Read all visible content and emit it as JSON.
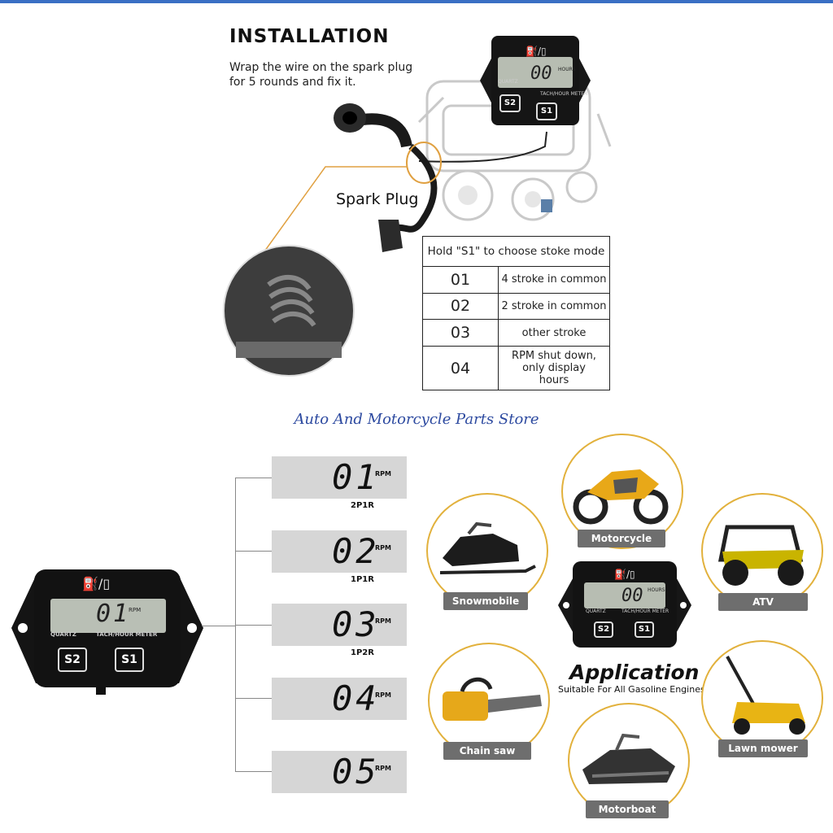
{
  "installation": {
    "title": "INSTALLATION",
    "instruction": "Wrap the wire on the spark plug for 5 rounds and fix it.",
    "spark_label": "Spark Plug"
  },
  "meter": {
    "quartz_label": "QUARTZ",
    "model_label": "TACH/HOUR METER",
    "btn_s2": "S2",
    "btn_s1": "S1",
    "small_display": "00",
    "large_display": "01",
    "unit_rpm": "RPM",
    "unit_hours": "HOURS"
  },
  "mode_table": {
    "header": "Hold \"S1\" to choose stoke mode",
    "rows": [
      {
        "code": "01",
        "desc": "4 stroke in common"
      },
      {
        "code": "02",
        "desc": "2 stroke in common"
      },
      {
        "code": "03",
        "desc": "other stroke"
      },
      {
        "code": "04",
        "desc": "RPM shut down, only display hours"
      }
    ]
  },
  "store_name": "Auto And Motorcycle Parts Store",
  "modes": [
    {
      "value": "01",
      "unit": "RPM",
      "caption": "2P1R"
    },
    {
      "value": "02",
      "unit": "RPM",
      "caption": "1P1R"
    },
    {
      "value": "03",
      "unit": "RPM",
      "caption": "1P2R"
    },
    {
      "value": "04",
      "unit": "RPM",
      "caption": ""
    },
    {
      "value": "05",
      "unit": "RPM",
      "caption": ""
    }
  ],
  "application": {
    "title": "Application",
    "subtitle": "Suitable For All Gasoline Engines",
    "items": [
      "Motorcycle",
      "Snowmobile",
      "ATV",
      "Chain saw",
      "Lawn mower",
      "Motorboat"
    ]
  },
  "colors": {
    "accent_ring": "#e2b13c",
    "label_bg": "#6e6e6e",
    "store_text": "#2d4aa0"
  }
}
